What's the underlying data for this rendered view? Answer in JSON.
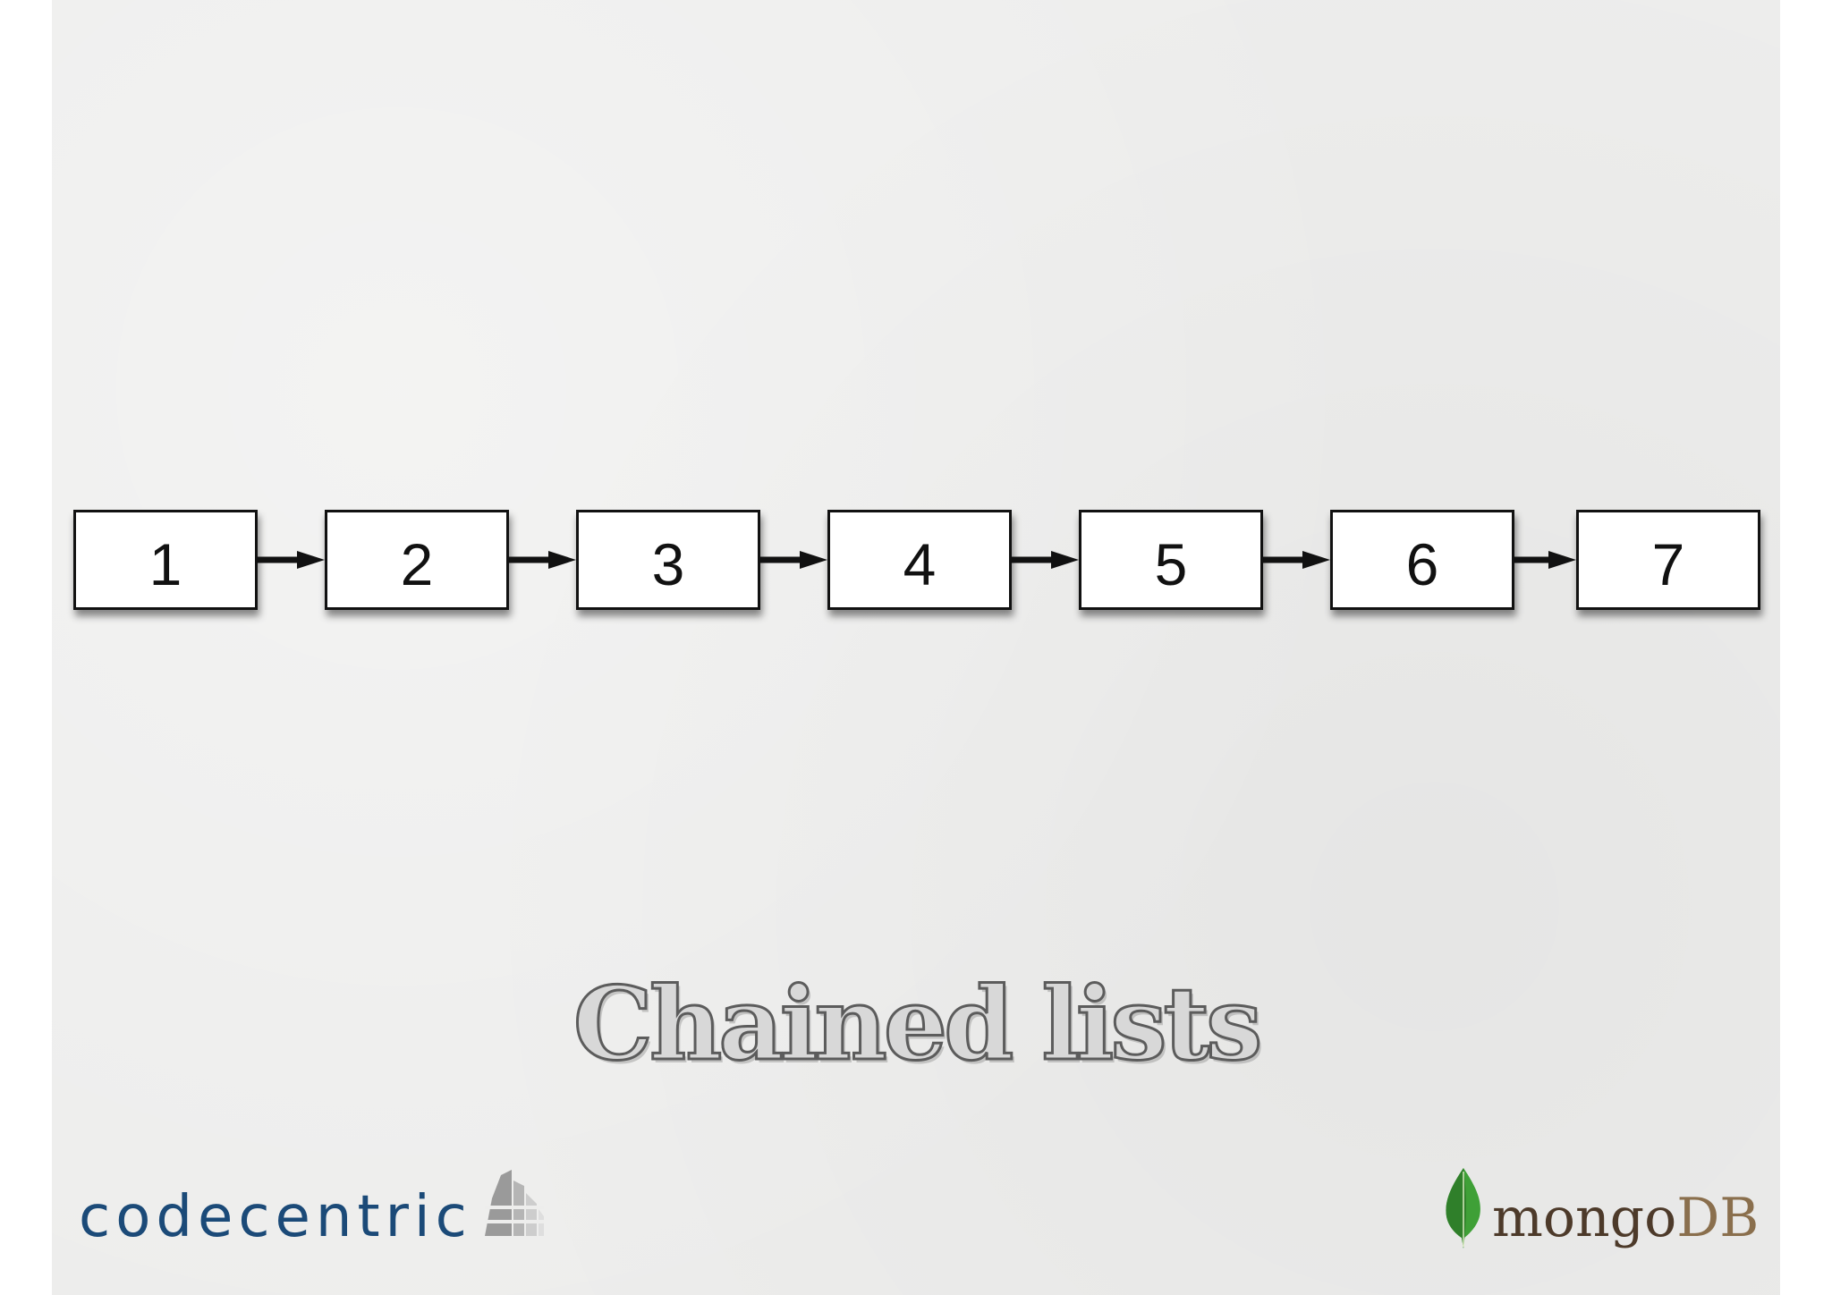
{
  "diagram": {
    "nodes": [
      "1",
      "2",
      "3",
      "4",
      "5",
      "6",
      "7"
    ]
  },
  "title": "Chained lists",
  "logos": {
    "codecentric": {
      "part1": "code",
      "part2": "centric"
    },
    "mongodb": {
      "part1": "mongo",
      "part2": "DB"
    }
  },
  "colors": {
    "background": "#ededec",
    "node_fill": "#ffffff",
    "node_border": "#111111",
    "codecentric_blue": "#1b4a78",
    "mongodb_green": "#3fa037",
    "mongodb_brown": "#4d3a2a"
  },
  "icons": [
    "codecentric-logo-icon",
    "mongodb-leaf-icon"
  ]
}
